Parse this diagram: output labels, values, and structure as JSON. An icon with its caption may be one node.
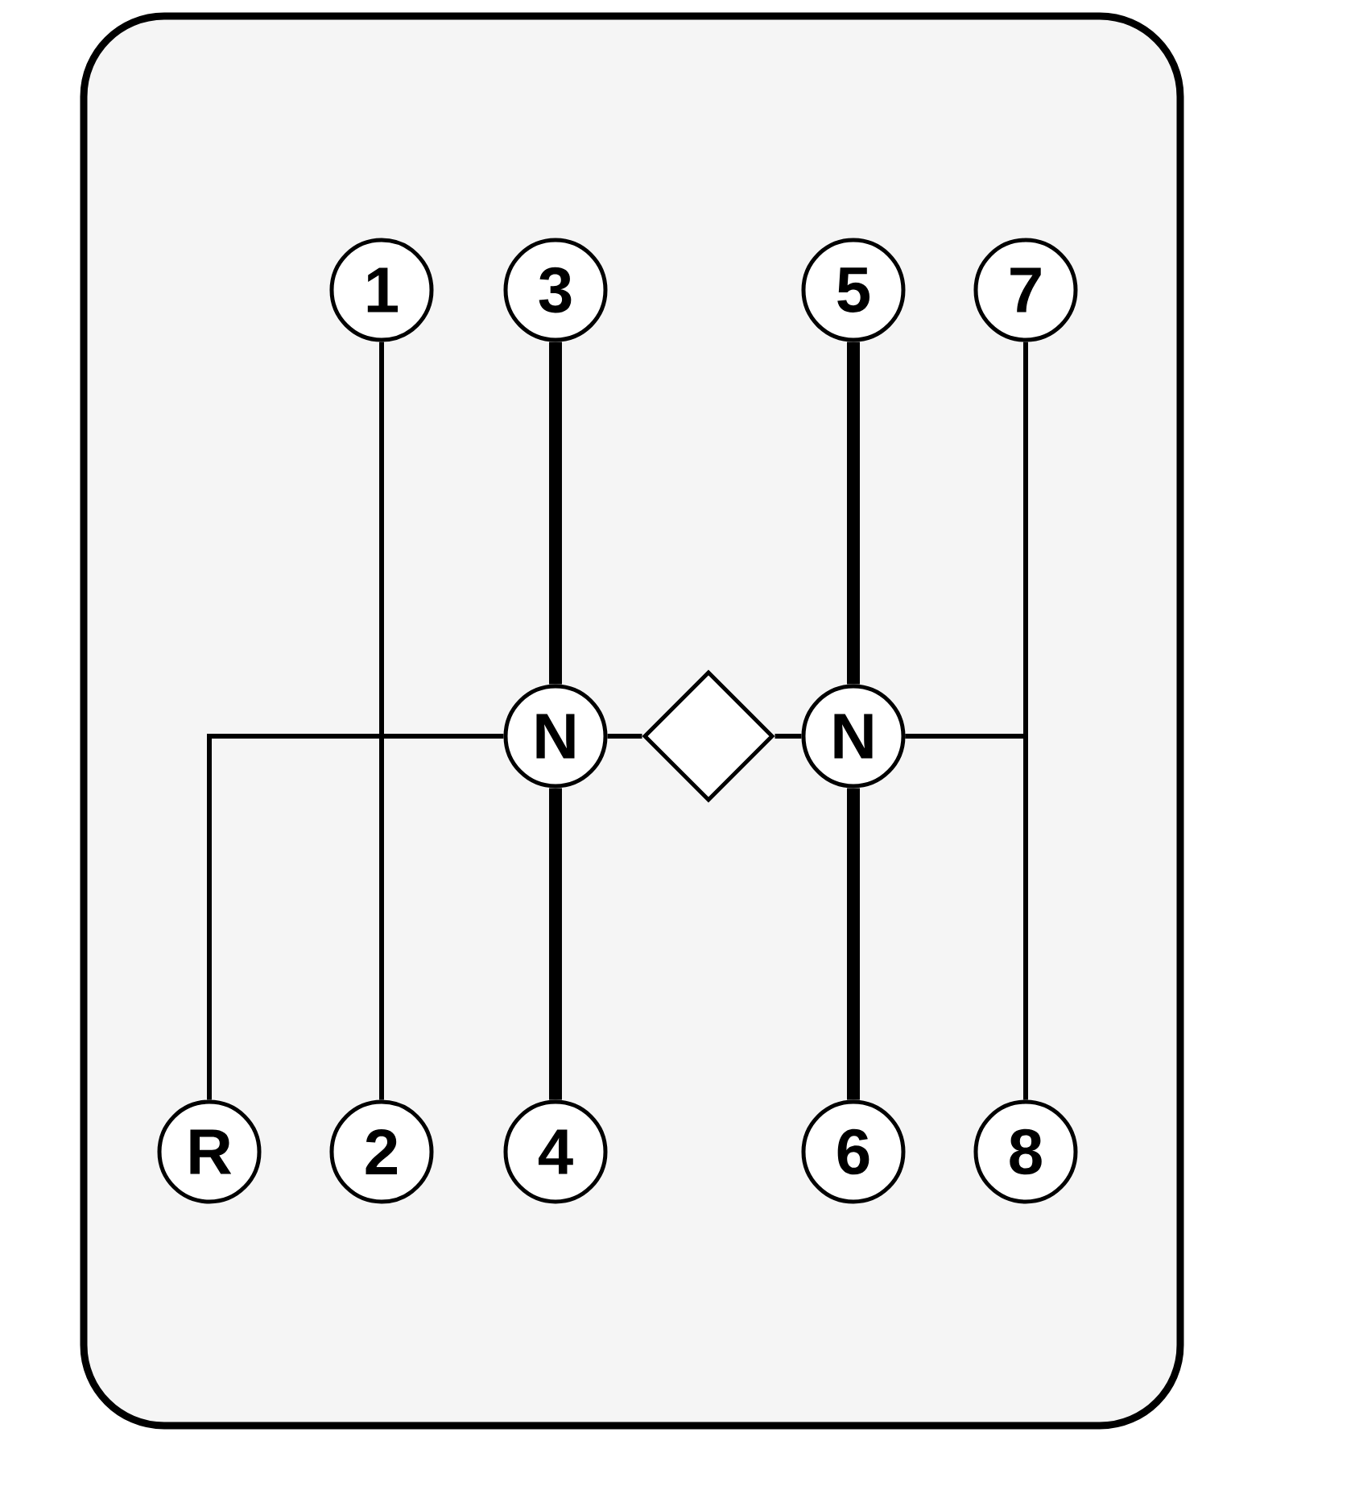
{
  "diagram": {
    "nodes": [
      {
        "text": [
          "1"
        ]
      },
      {
        "text": [
          "3"
        ]
      },
      {
        "text": [
          "5"
        ]
      },
      {
        "text": [
          "7"
        ]
      },
      {
        "text": [
          "N"
        ]
      },
      {
        "text": [],
        "shape": "diamond"
      },
      {
        "text": [
          "N"
        ]
      },
      {
        "text": [
          "R"
        ]
      },
      {
        "text": [
          "2"
        ]
      },
      {
        "text": [
          "4"
        ]
      },
      {
        "text": [
          "6"
        ]
      },
      {
        "text": [
          "8"
        ]
      }
    ],
    "edges": [
      {
        "from": 0,
        "to": 8,
        "arrow": "none"
      },
      {
        "from": 1,
        "to": 4,
        "arrow": "none",
        "style": "thick"
      },
      {
        "from": 4,
        "to": 9,
        "arrow": "none",
        "style": "thick"
      },
      {
        "from": 2,
        "to": 6,
        "arrow": "none",
        "style": "thick"
      },
      {
        "from": 6,
        "to": 10,
        "arrow": "none",
        "style": "thick"
      },
      {
        "from": 7,
        "to": 4,
        "arrow": "none"
      },
      {
        "from": 4,
        "to": 5,
        "arrow": "none"
      },
      {
        "from": 5,
        "to": 6,
        "arrow": "none"
      },
      {
        "from": 6,
        "to": 3,
        "arrow": "none"
      },
      {
        "from": 6,
        "to": 11,
        "arrow": "none"
      }
    ]
  }
}
